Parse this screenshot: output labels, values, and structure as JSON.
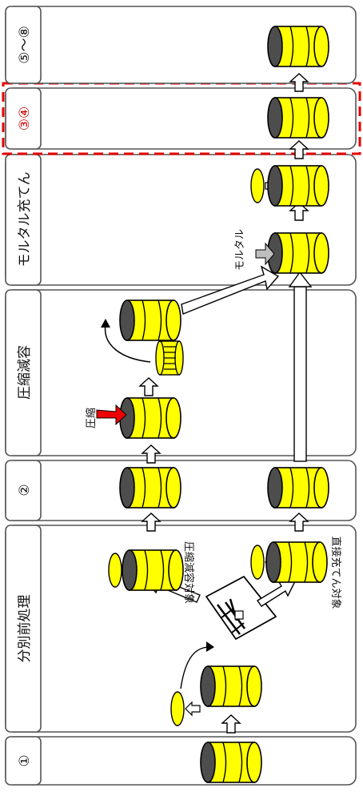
{
  "stages": [
    {
      "id": "s1",
      "label": "①"
    },
    {
      "id": "s2",
      "label": "分別前処理"
    },
    {
      "id": "s3",
      "label": "②"
    },
    {
      "id": "s4",
      "label": "圧縮減容"
    },
    {
      "id": "s5",
      "label": "モルタル充てん"
    },
    {
      "id": "s6",
      "label": "③④"
    },
    {
      "id": "s7",
      "label": "⑤～⑧"
    }
  ],
  "labels": {
    "compression_target": "圧縮減容対象",
    "direct_fill_target": "直接充てん対象",
    "compress": "圧縮",
    "mortar": "モルタル"
  },
  "colors": {
    "drum_fill": "#ffff00",
    "drum_dark": "#4d4d4d",
    "panel_border": "#555555",
    "highlight_dash": "#e60000",
    "press_arrow": "#ee0000",
    "mortar_arrow": "#bdbdbd"
  }
}
